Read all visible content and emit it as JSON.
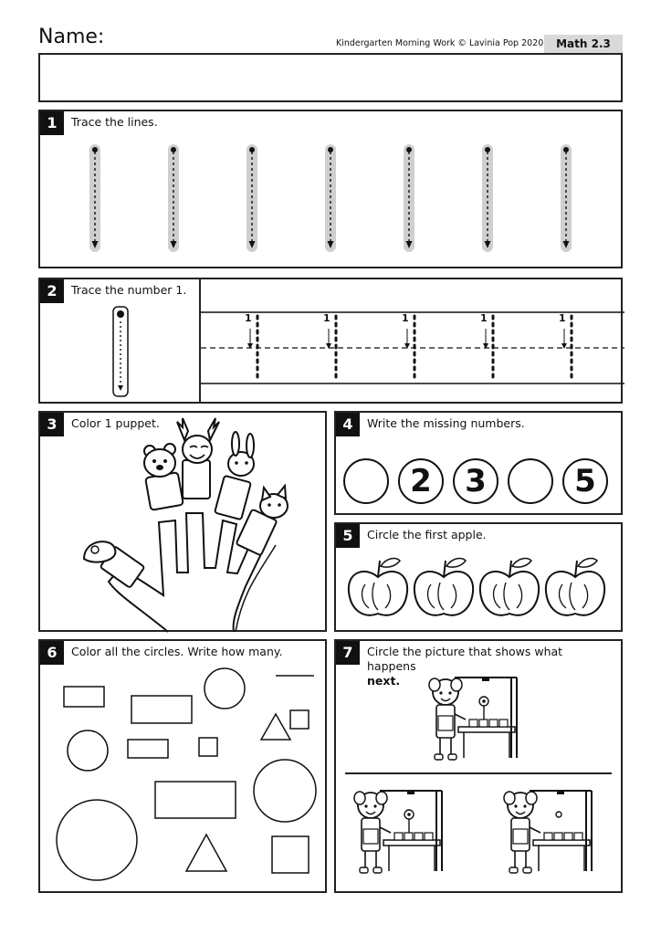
{
  "header": {
    "name_label": "Name:",
    "credit": "Kindergarten Morning Work © Lavinia Pop 2020",
    "code": "Math 2.3"
  },
  "sections": {
    "s1": {
      "number": "1",
      "instruction": "Trace the lines."
    },
    "s2": {
      "number": "2",
      "instruction": "Trace the number 1.",
      "trace_digit": "1"
    },
    "s3": {
      "number": "3",
      "instruction": "Color 1 puppet."
    },
    "s4": {
      "number": "4",
      "instruction": "Write the missing numbers.",
      "circles": [
        "",
        "2",
        "3",
        "",
        "5"
      ]
    },
    "s5": {
      "number": "5",
      "instruction": "Circle the first apple.",
      "apple_count": 4
    },
    "s6": {
      "number": "6",
      "instruction": "Color all the circles. Write how many."
    },
    "s7": {
      "number": "7",
      "instruction": "Circle the picture that shows what happens",
      "instruction_bold": "next."
    }
  },
  "icons": {
    "puppets": "finger-puppets-hand-illustration",
    "apple": "apple-icon",
    "gardener": "girl-planting-flower-illustration"
  }
}
